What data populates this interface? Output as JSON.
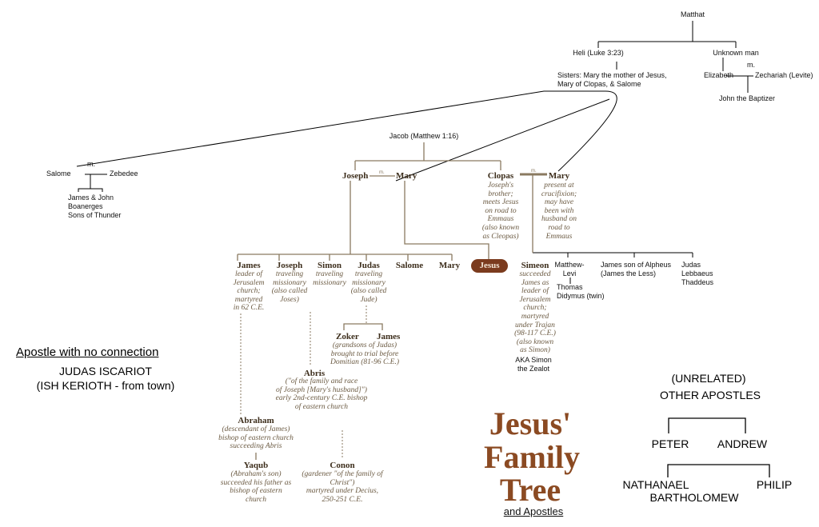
{
  "colors": {
    "line": "#8a7a60",
    "name": "#3d2e1c",
    "desc": "#6b5a42",
    "jesus_pill": "#7b3b1e",
    "title": "#8b4a22"
  },
  "top": {
    "matthat": "Matthat",
    "heli": "Heli (Luke 3:23)",
    "unknown_man": "Unknown man",
    "sisters": "Sisters: Mary the mother of Jesus,\nMary of Clopas, & Salome",
    "elizabeth": "Elizabeth",
    "zechariah": "Zechariah (Levite)",
    "married": "m.",
    "john_baptizer": "John the Baptizer"
  },
  "zebedee_family": {
    "salome": "Salome",
    "married": "m.",
    "zebedee": "Zebedee",
    "children": "James & John\nBoanerges\nSons of Thunder"
  },
  "parents": {
    "jacob": "Jacob (Matthew 1:16)",
    "joseph": "Joseph",
    "married": "m.",
    "mary": "Mary",
    "clopas": "Clopas",
    "clopas_desc": "Joseph's\nbrother;\nmeets Jesus\non road to\nEmmaus\n(also known\nas Cleopas)",
    "mary_clopas": "Mary",
    "mary_clopas_desc": "present at\ncrucifixion;\nmay have\nbeen with\nhusband on\nroad to\nEmmaus"
  },
  "children": [
    {
      "name": "James",
      "desc": "leader of\nJerusalem\nchurch;\nmartyred\nin 62 C.E."
    },
    {
      "name": "Joseph",
      "desc": "traveling\nmissionary\n(also called\nJoses)"
    },
    {
      "name": "Simon",
      "desc": "traveling\nmissionary"
    },
    {
      "name": "Judas",
      "desc": "traveling\nmissionary\n(also called\nJude)"
    },
    {
      "name": "Salome",
      "desc": ""
    },
    {
      "name": "Mary",
      "desc": ""
    },
    {
      "name": "Jesus",
      "desc": ""
    }
  ],
  "clopas_children": {
    "simeon": "Simeon",
    "simeon_desc": "succeeded\nJames as\nleader of\nJerusalem\nchurch;\nmartyred\nunder Trajan\n(98-117 C.E.)\n(also known\nas Simon)",
    "simeon_aka": "AKA Simon\nthe Zealot",
    "matthew": "Matthew-\nLevi",
    "thomas": "Thomas\nDidymus (twin)",
    "james_alpheus": "James son of Alpheus\n(James the Less)",
    "judas": "Judas\nLebbaeus\nThaddeus"
  },
  "descendants": {
    "zoker": "Zoker",
    "james": "James",
    "zoker_desc": "(grandsons of Judas)\nbrought to trial before\nDomitian (81-96 C.E.)",
    "abris": "Abris",
    "abris_desc": "(\"of the family and race\nof Joseph [Mary's husband]\")\nearly 2nd-century C.E. bishop\nof eastern church",
    "abraham": "Abraham",
    "abraham_desc": "(descendant of James)\nbishop of eastern church\nsucceeding Abris",
    "yaqub": "Yaqub",
    "yaqub_desc": "(Abraham's son)\nsucceeded his father as\nbishop of eastern\nchurch",
    "conon": "Conon",
    "conon_desc": "(gardener \"of the family of\nChrist\")\nmartyred under Decius,\n250-251 C.E."
  },
  "no_connection": {
    "heading": "Apostle with no connection",
    "name": "JUDAS ISCARIOT",
    "note": "(ISH KERIOTH - from town)"
  },
  "title": {
    "line1": "Jesus'",
    "line2": "Family",
    "line3": "Tree",
    "subtitle": "and Apostles"
  },
  "other_apostles": {
    "heading1": "(UNRELATED)",
    "heading2": "OTHER APOSTLES",
    "peter": "PETER",
    "andrew": "ANDREW",
    "nathanael": "NATHANAEL",
    "philip": "PHILIP",
    "bartholomew": "BARTHOLOMEW"
  }
}
